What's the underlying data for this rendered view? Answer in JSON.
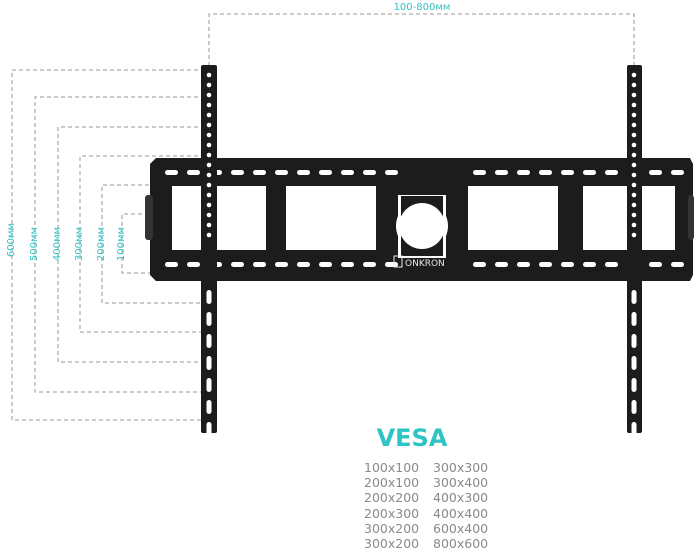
{
  "dimensions": {
    "width_label": "100-800мм",
    "height_labels": [
      "600мм",
      "500мм",
      "400мм",
      "300мм",
      "200мм",
      "100мм"
    ]
  },
  "brand": "ONKRON",
  "vesa": {
    "title": "VESA",
    "left_column": [
      "100x100",
      "200x100",
      "200x200",
      "200x300",
      "300x200",
      "300x200"
    ],
    "right_column": [
      "300x300",
      "300x400",
      "400x300",
      "400x400",
      "600x400",
      "800x600"
    ]
  },
  "colors": {
    "accent": "#2ec4c4",
    "mount": "#1c1c1c",
    "text": "#8a8a8a"
  }
}
